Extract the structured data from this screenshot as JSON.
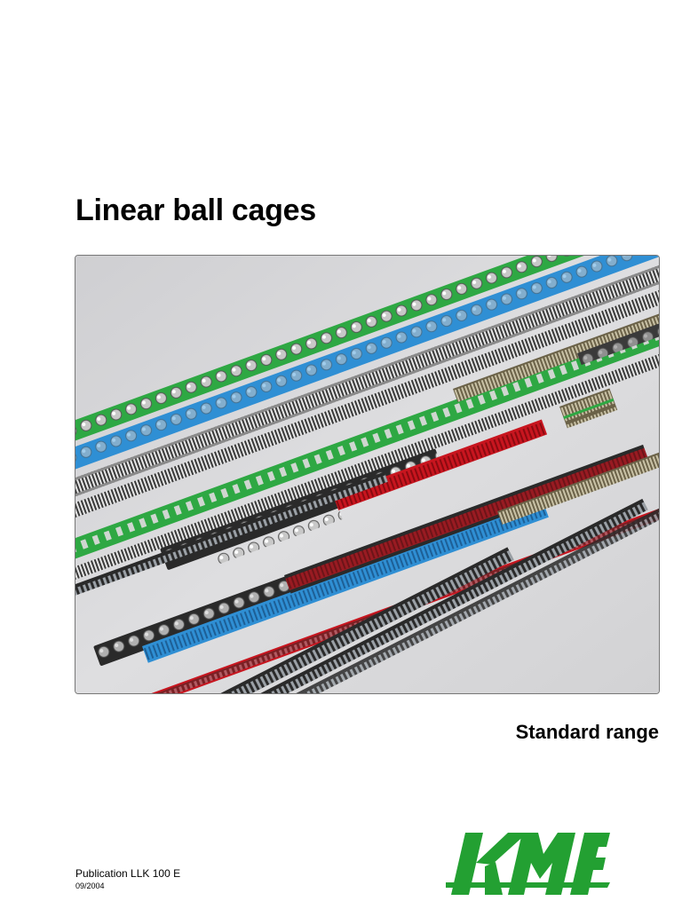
{
  "document": {
    "title": "Linear ball cages",
    "subtitle": "Standard range",
    "publication": "Publication LLK 100 E",
    "date": "09/2004"
  },
  "photo": {
    "subject": "linear-ball-cages-product-photo"
  },
  "logo": {
    "text": "KMF",
    "color": "#23a032"
  },
  "colors": {
    "green_cage": "#2ea843",
    "blue_cage": "#2f8fd4",
    "red_cage": "#c8151f",
    "black_cage": "#2a2a2a",
    "metal": "#9a9a9a",
    "background": "#d6d6d8"
  }
}
